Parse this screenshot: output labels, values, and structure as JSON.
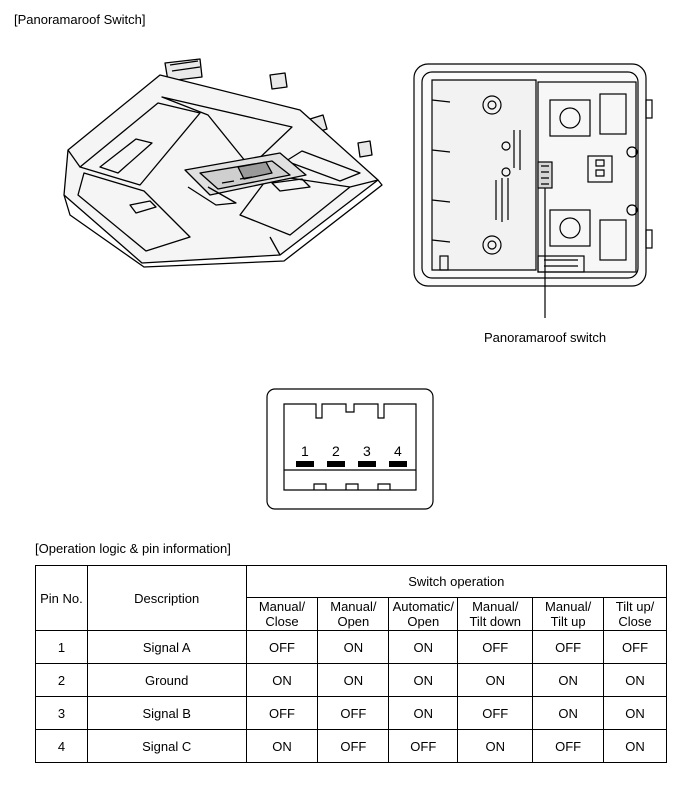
{
  "figure": {
    "title": "[Panoramaroof Switch]",
    "callout": "Panoramaroof switch",
    "connector_pins": [
      "1",
      "2",
      "3",
      "4"
    ]
  },
  "table": {
    "title": "[Operation logic & pin information]",
    "headers": {
      "pin_no": "Pin No.",
      "description": "Description",
      "switch_operation": "Switch operation",
      "operations": [
        [
          "Manual/",
          "Close"
        ],
        [
          "Manual/",
          "Open"
        ],
        [
          "Automatic/",
          "Open"
        ],
        [
          "Manual/",
          "Tilt down"
        ],
        [
          "Manual/",
          "Tilt up"
        ],
        [
          "Tilt up/",
          "Close"
        ]
      ]
    },
    "rows": [
      {
        "pin": "1",
        "description": "Signal A",
        "values": [
          "OFF",
          "ON",
          "ON",
          "OFF",
          "OFF",
          "OFF"
        ]
      },
      {
        "pin": "2",
        "description": "Ground",
        "values": [
          "ON",
          "ON",
          "ON",
          "ON",
          "ON",
          "ON"
        ]
      },
      {
        "pin": "3",
        "description": "Signal B",
        "values": [
          "OFF",
          "OFF",
          "ON",
          "OFF",
          "ON",
          "ON"
        ]
      },
      {
        "pin": "4",
        "description": "Signal C",
        "values": [
          "ON",
          "OFF",
          "OFF",
          "ON",
          "OFF",
          "ON"
        ]
      }
    ]
  }
}
